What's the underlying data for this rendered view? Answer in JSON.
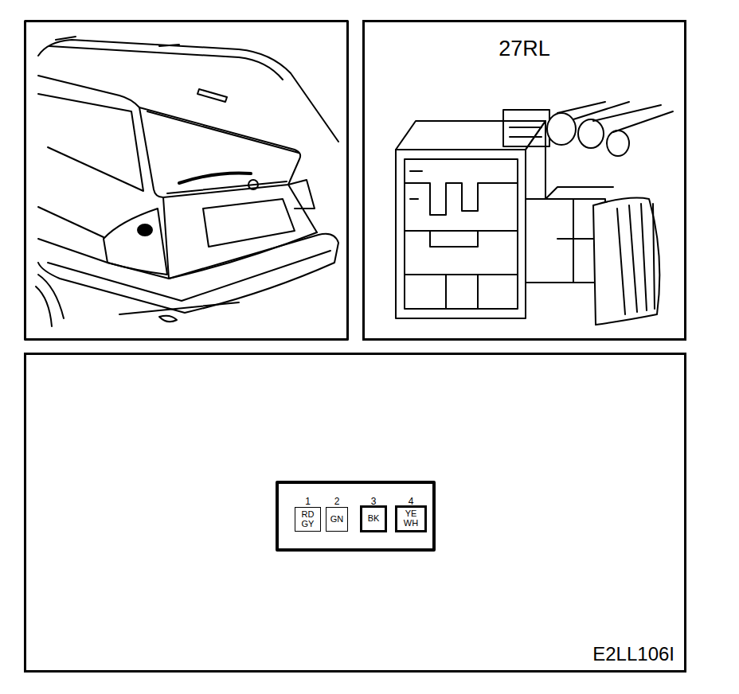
{
  "diagram": {
    "nodes": [
      {
        "text": [
          "27RL"
        ]
      },
      {
        "text": [
          "E2LL106I"
        ]
      },
      {
        "text": [
          "1",
          "RD GY"
        ],
        "in": 1
      },
      {
        "text": [
          "2",
          "GN"
        ],
        "in": 1
      },
      {
        "text": [
          "3",
          "BK"
        ],
        "in": 1
      },
      {
        "text": [
          "4",
          "YE WH"
        ],
        "in": 1
      }
    ]
  }
}
